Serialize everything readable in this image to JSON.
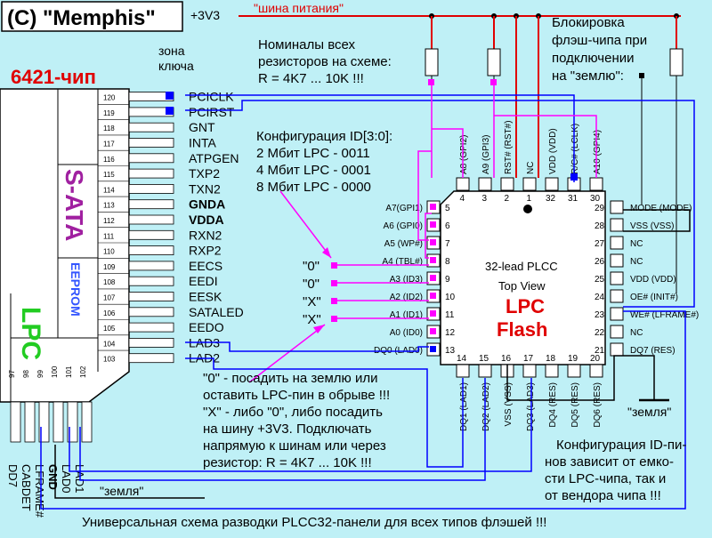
{
  "header": {
    "copyright": "(C) \"Memphis\"",
    "power_net": "+3V3",
    "power_bus": "\"шина питания\"",
    "key_zone": [
      "зона",
      "ключа"
    ],
    "chip_6421": "6421-чип"
  },
  "connector_pins_right": [
    {
      "num": "120",
      "label": "PCICLK",
      "bold": false
    },
    {
      "num": "119",
      "label": "PCIRST",
      "bold": false
    },
    {
      "num": "118",
      "label": "GNT",
      "bold": false
    },
    {
      "num": "117",
      "label": "INTA",
      "bold": false
    },
    {
      "num": "116",
      "label": "ATPGEN",
      "bold": false
    },
    {
      "num": "115",
      "label": "TXP2",
      "bold": false
    },
    {
      "num": "114",
      "label": "TXN2",
      "bold": false
    },
    {
      "num": "113",
      "label": "GNDA",
      "bold": true
    },
    {
      "num": "112",
      "label": "VDDA",
      "bold": true
    },
    {
      "num": "111",
      "label": "RXN2",
      "bold": false
    },
    {
      "num": "110",
      "label": "RXP2",
      "bold": false
    },
    {
      "num": "109",
      "label": "EECS",
      "bold": false
    },
    {
      "num": "108",
      "label": "EEDI",
      "bold": false
    },
    {
      "num": "107",
      "label": "EESK",
      "bold": false
    },
    {
      "num": "106",
      "label": "SATALED",
      "bold": false
    },
    {
      "num": "105",
      "label": "EEDO",
      "bold": false
    },
    {
      "num": "104",
      "label": "LAD3",
      "bold": false
    },
    {
      "num": "103",
      "label": "LAD2",
      "bold": false
    }
  ],
  "connector_pins_bottom": [
    "97",
    "98",
    "99",
    "100",
    "101",
    "102"
  ],
  "section_labels": {
    "sata": "S-ATA",
    "eeprom": "EEPROM",
    "lpc": "LPC"
  },
  "bottom_pin_labels": [
    "DD7",
    "CABDET",
    "LFRAME#",
    "GND",
    "LAD0",
    "LAD1"
  ],
  "resistor_note": [
    "Номиналы всех",
    "резисторов на схеме:",
    "R = 4K7 ... 10K !!!"
  ],
  "block_note": [
    "Блокировка",
    "флэш-чипа при",
    "подключении",
    "на \"землю\":"
  ],
  "id_config": [
    "Конфигурация ID[3:0]:",
    "2 Мбит LPC - 0011",
    "4 Мбит LPC - 0001",
    "8 Мбит LPC - 0000"
  ],
  "id_values": [
    "\"0\"",
    "\"0\"",
    "\"X\"",
    "\"X\""
  ],
  "flash": {
    "title": "32-lead PLCC",
    "view": "Top View",
    "name1": "LPC",
    "name2": "Flash",
    "top_pins": [
      {
        "num": "4",
        "label": "A8 (GPI2)"
      },
      {
        "num": "3",
        "label": "A9 (GPI3)"
      },
      {
        "num": "2",
        "label": "RST# (RST#)"
      },
      {
        "num": "1",
        "label": "NC"
      },
      {
        "num": "32",
        "label": "VDD (VDD)"
      },
      {
        "num": "31",
        "label": "R/C# (LCLK)"
      },
      {
        "num": "30",
        "label": "A10 (GPI4)"
      }
    ],
    "left_pins": [
      {
        "num": "5",
        "label": "A7(GPI1)"
      },
      {
        "num": "6",
        "label": "A6 (GPI0)"
      },
      {
        "num": "7",
        "label": "A5 (WP#)"
      },
      {
        "num": "8",
        "label": "A4 (TBL#)"
      },
      {
        "num": "9",
        "label": "A3 (ID3)"
      },
      {
        "num": "10",
        "label": "A2 (ID2)"
      },
      {
        "num": "11",
        "label": "A1 (ID1)"
      },
      {
        "num": "12",
        "label": "A0 (ID0)"
      },
      {
        "num": "13",
        "label": "DQ0 (LAD0)"
      }
    ],
    "right_pins": [
      {
        "num": "29",
        "label": "MODE (MODE)"
      },
      {
        "num": "28",
        "label": "VSS (VSS)"
      },
      {
        "num": "27",
        "label": "NC"
      },
      {
        "num": "26",
        "label": "NC"
      },
      {
        "num": "25",
        "label": "VDD (VDD)"
      },
      {
        "num": "24",
        "label": "OE# (INIT#)"
      },
      {
        "num": "23",
        "label": "WE# (LFRAME#)"
      },
      {
        "num": "22",
        "label": "NC"
      },
      {
        "num": "21",
        "label": "DQ7 (RES)"
      }
    ],
    "bottom_pins": [
      {
        "num": "14",
        "label": "DQ1 (LAD1)"
      },
      {
        "num": "15",
        "label": "DQ2 (LAD2)"
      },
      {
        "num": "16",
        "label": "VSS (VSS)"
      },
      {
        "num": "17",
        "label": "DQ3 (LAD3)"
      },
      {
        "num": "18",
        "label": "DQ4 (RES)"
      },
      {
        "num": "19",
        "label": "DQ5 (RES)"
      },
      {
        "num": "20",
        "label": "DQ6 (RES)"
      }
    ]
  },
  "ground_label": "\"земля\"",
  "ground_label_bottom": "\"земля\"",
  "main_note": [
    "\"0\" - посадить на землю или",
    "оставить LPC-пин в обрыве !!!",
    "\"X\" - либо \"0\", либо посадить",
    "на шину +3V3.  Подключать",
    "напрямую к шинам или через",
    "резистор:  R = 4K7 ... 10K !!!"
  ],
  "id_note": [
    "Конфигурация ID-пи-",
    "нов зависит от емко-",
    "сти LPC-чипа, так и",
    "от вендора чипа !!!"
  ],
  "footer": "Универсальная схема разводки PLCC32-панели для всех типов флэшей !!!",
  "colors": {
    "background": "#bff0f6",
    "wire_red": "#e00000",
    "wire_magenta": "#ff00ff",
    "wire_blue": "#0000ff",
    "wire_black": "#000000",
    "accent_sata": "#a020a0",
    "accent_eeprom": "#3355ff",
    "accent_lpc": "#22cc22"
  }
}
